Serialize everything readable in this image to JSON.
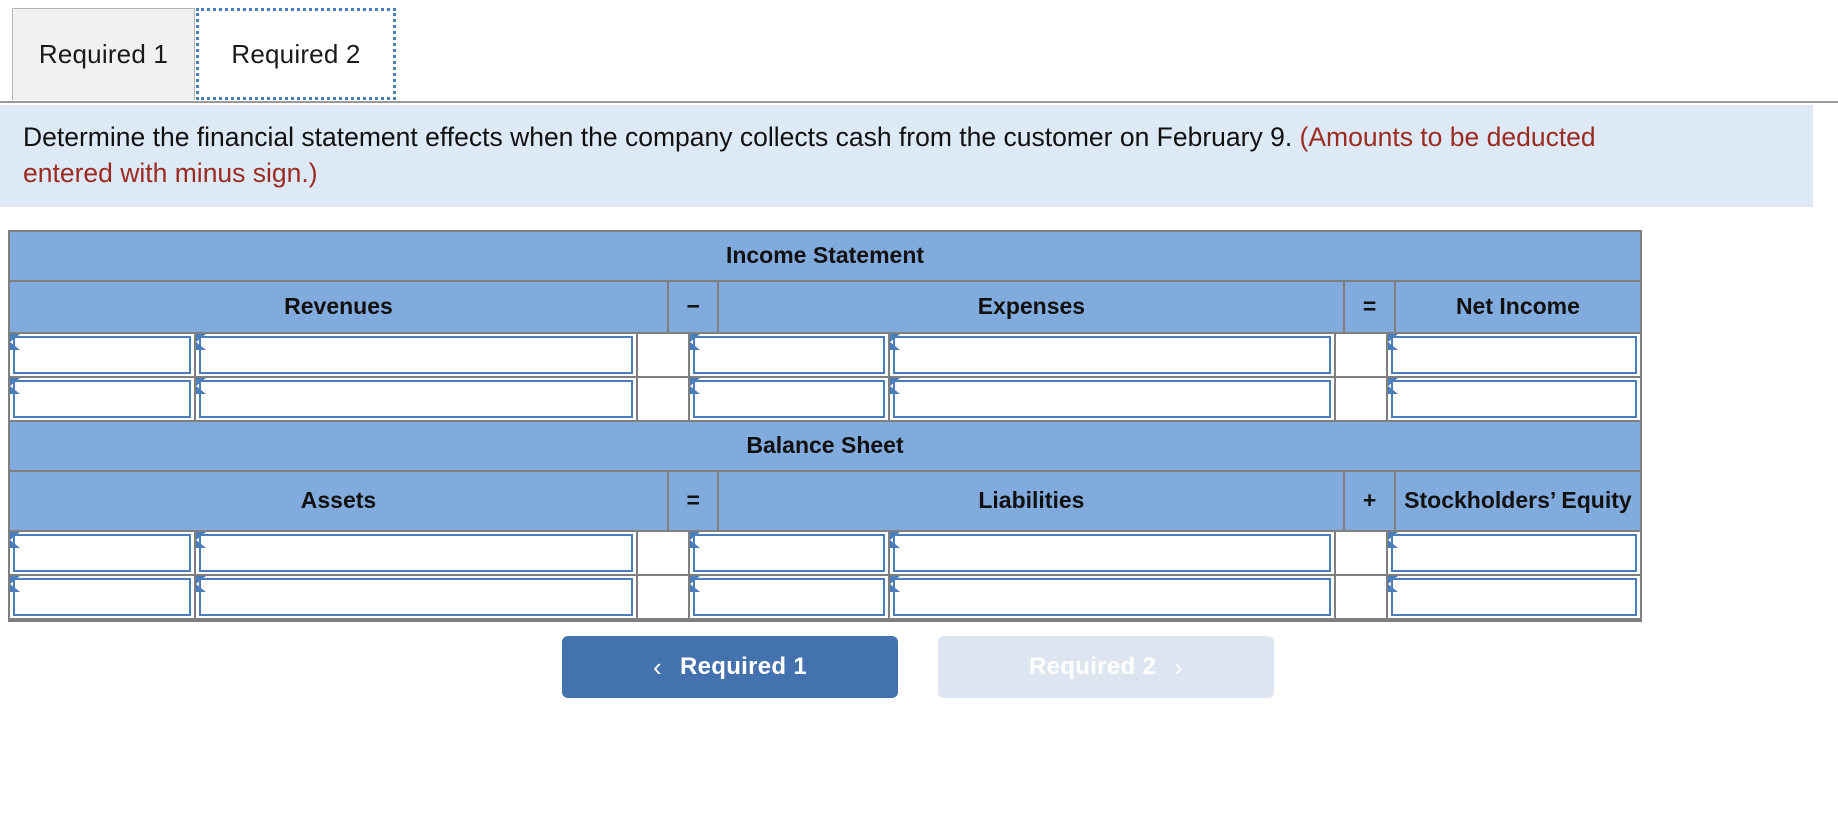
{
  "tabs": [
    {
      "label": "Required 1",
      "state": "inactive"
    },
    {
      "label": "Required 2",
      "state": "active-focused"
    }
  ],
  "instruction": {
    "line1_black": "Determine the financial statement effects when the company collects cash from the customer on February 9. ",
    "line1_red": "(Amounts to be deducted",
    "line2_red": "entered with minus sign.)",
    "background_color": "#ddeaf6",
    "red_color": "#9c2a21"
  },
  "worksheet": {
    "header_fill": "#82abdd",
    "border_color": "#7f7f7f",
    "input_border_color": "#4a7ebb",
    "sections": [
      {
        "title": "Income Statement",
        "columns": [
          {
            "label": "Revenues",
            "span": 2
          },
          {
            "label": "−",
            "span": 1,
            "operator": true
          },
          {
            "label": "Expenses",
            "span": 2
          },
          {
            "label": "=",
            "span": 1,
            "operator": true
          },
          {
            "label": "Net Income",
            "span": 1
          }
        ],
        "rows": [
          {
            "cells": [
              "",
              "",
              "",
              "",
              "",
              "",
              ""
            ]
          },
          {
            "cells": [
              "",
              "",
              "",
              "",
              "",
              "",
              ""
            ]
          }
        ]
      },
      {
        "title": "Balance Sheet",
        "columns": [
          {
            "label": "Assets",
            "span": 2
          },
          {
            "label": "=",
            "span": 1,
            "operator": true
          },
          {
            "label": "Liabilities",
            "span": 2
          },
          {
            "label": "+",
            "span": 1,
            "operator": true
          },
          {
            "label": "Stockholders’ Equity",
            "span": 1
          }
        ],
        "rows": [
          {
            "cells": [
              "",
              "",
              "",
              "",
              "",
              "",
              ""
            ]
          },
          {
            "cells": [
              "",
              "",
              "",
              "",
              "",
              "",
              ""
            ]
          }
        ]
      }
    ]
  },
  "navigation": {
    "prev_label": "Required 1",
    "prev_icon": "chevron-left-icon",
    "prev_glyph": "‹",
    "next_label": "Required 2",
    "next_icon": "chevron-right-icon",
    "next_glyph": "›",
    "prev_color": "#4472ae",
    "next_color": "#dde5f0",
    "next_disabled": true
  }
}
